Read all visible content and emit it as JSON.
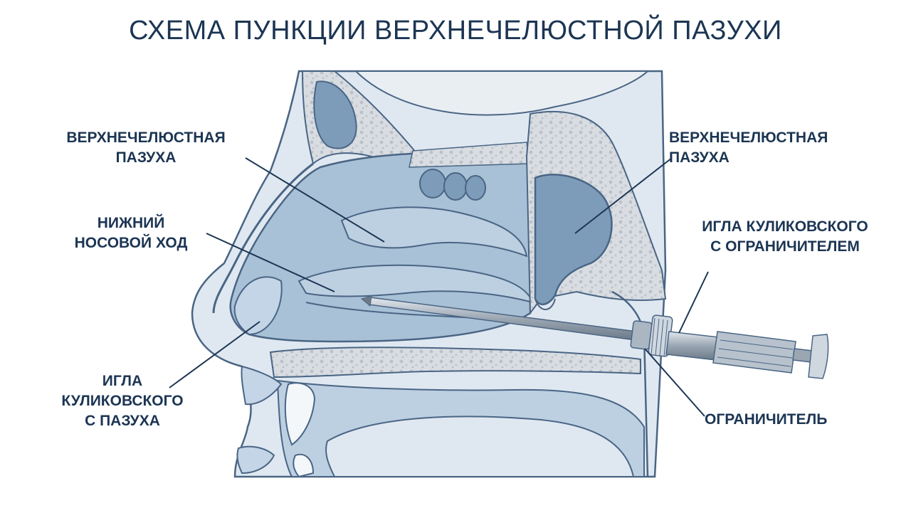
{
  "title": "СХЕМА ПУНКЦИИ ВЕРХНЕЧЕЛЮСТНОЙ ПАЗУХИ",
  "labels": {
    "left_sinus": [
      "ВЕРХНЕЧЕЛЮСТНАЯ",
      "ПАЗУХА"
    ],
    "inferior_meatus": [
      "НИЖНИЙ",
      "НОСОВОЙ ХОД"
    ],
    "needle_sinus": [
      "ИГЛА",
      "КУЛИКОВСКОГО",
      "С ПАЗУХА"
    ],
    "right_sinus": [
      "ВЕРХНЕЧЕЛЮСТНАЯ",
      "ПАЗУХА"
    ],
    "needle_stopper": [
      "ИГЛА КУЛИКОВСКОГО",
      "С ОГРАНИЧИТЕЛЕМ"
    ],
    "stopper": "ОГРАНИЧИТЕЛЬ"
  },
  "colors": {
    "title": "#1c3553",
    "outline": "#4a6584",
    "soft_tissue": "#cfdde9",
    "cavity": "#a9c1d7",
    "sinus": "#7d9cba",
    "bone": "#d6dbe0",
    "needle": "#9aa6b2"
  }
}
